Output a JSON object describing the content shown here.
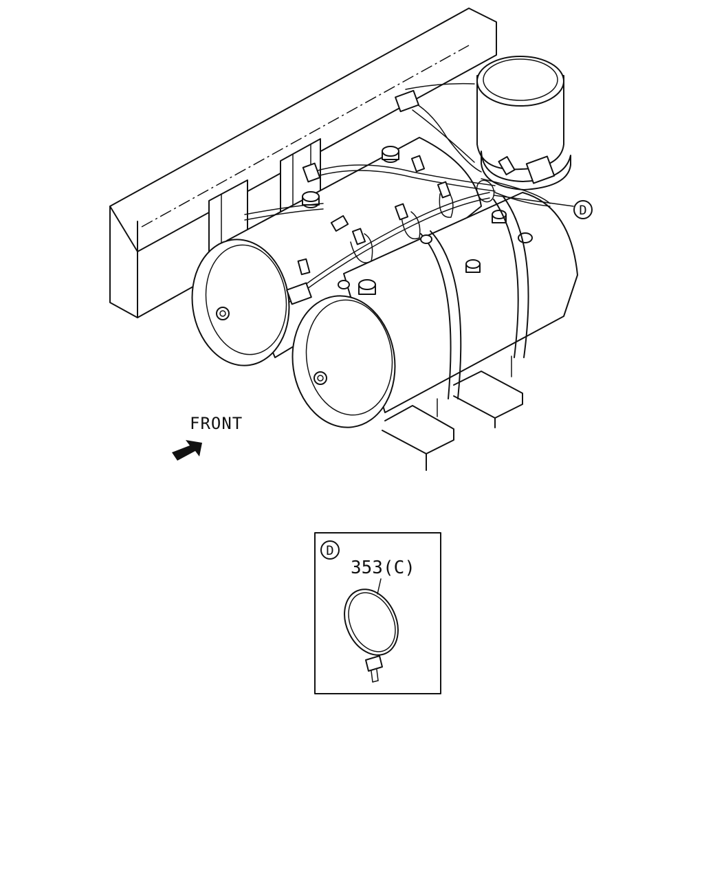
{
  "diagram": {
    "front_label": "FRONT",
    "callout_main": "D",
    "detail": {
      "callout": "D",
      "part_label": "353(C)"
    }
  }
}
